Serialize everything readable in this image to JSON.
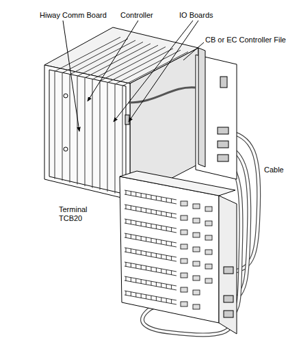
{
  "diagram": {
    "labels": [
      "Hiway Comm Board",
      "Controller",
      "IO Boards",
      "CB or EC Controller File",
      "Cable",
      "Terminal TCB20"
    ]
  }
}
